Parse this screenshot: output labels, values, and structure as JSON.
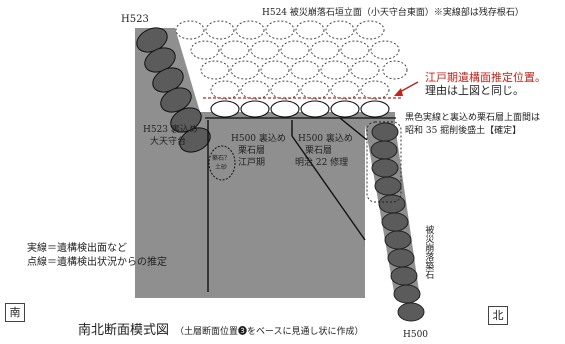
{
  "labels": {
    "h523_top": "H523",
    "h524_title": "H524 被災崩落石垣立面（小天守台東面）※実線部は残存根石）",
    "edo_line_1": "江戸期遺構面推定位置。",
    "edo_line_2": "理由は上図と同じ。",
    "black_line_1": "黒色実線と裏込め栗石層上面間は",
    "black_line_2": "昭和 35 掘削後盛土【確定】",
    "h523_back_1": "H523 裏込め",
    "h523_back_2": "大天守台",
    "h500_edo_1": "H500 裏込め",
    "h500_edo_2": "栗石層",
    "h500_edo_3": "江戸期",
    "h500_meiji_1": "H500 裏込め",
    "h500_meiji_2": "栗石層",
    "h500_meiji_3": "明治 22 修理",
    "small_stone_1": "築石？",
    "small_stone_2": "土砂",
    "collapse_vertical": "被災崩落築石",
    "h500_bottom": "H500",
    "legend_1": "実線＝遺構検出面など",
    "legend_2": "点線＝遺構検出状況からの推定",
    "south": "南",
    "north": "北",
    "caption": "南北断面模式図",
    "caption_note": "（土層断面位置❸をベースに見通し状に作成）"
  },
  "colors": {
    "fill_gray": "#8f8f8f",
    "stone_dark": "#5b5b5b",
    "accent_red": "#c0241c",
    "line": "#1a1a1a"
  }
}
